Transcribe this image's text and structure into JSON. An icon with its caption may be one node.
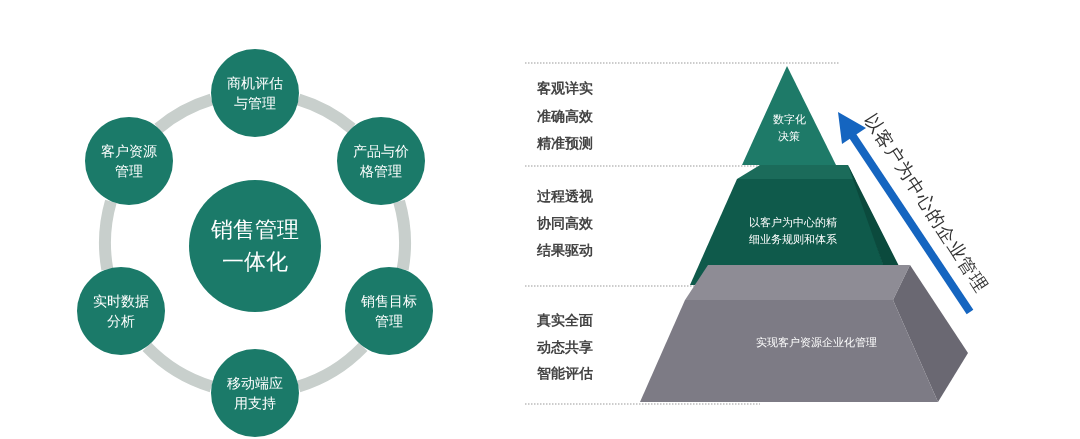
{
  "diagram": {
    "nodes": [
      {
        "text": [
          "商机评估与管理"
        ]
      },
      {
        "text": [
          "产品与价格管理"
        ]
      },
      {
        "text": [
          "销售目标管理"
        ]
      },
      {
        "text": [
          "移动端应用支持"
        ]
      },
      {
        "text": [
          "实时数据分析"
        ]
      },
      {
        "text": [
          "客户资源管理"
        ]
      },
      {
        "text": [
          "销售管理一体化"
        ]
      },
      {
        "text": [
          "数字化决策"
        ],
        "beside": [
          "客观详实",
          "准确高效",
          "精准预测"
        ]
      },
      {
        "text": [
          "以客户为中心的精细业务规则和体系"
        ],
        "beside": [
          "过程透视",
          "协同高效",
          "结果驱动"
        ]
      },
      {
        "text": [
          "实现客户资源企业化管理"
        ],
        "beside": [
          "真实全面",
          "动态共享",
          "智能评估"
        ]
      }
    ],
    "edges": [
      {
        "from": 0,
        "to": 1,
        "arrow": "none"
      },
      {
        "from": 1,
        "to": 2,
        "arrow": "none"
      },
      {
        "from": 2,
        "to": 3,
        "arrow": "none"
      },
      {
        "from": 3,
        "to": 4,
        "arrow": "none"
      },
      {
        "from": 4,
        "to": 5,
        "arrow": "none"
      },
      {
        "from": 5,
        "to": 0,
        "arrow": "none"
      }
    ],
    "labels": [
      "以客户为中心的企业管理"
    ]
  }
}
